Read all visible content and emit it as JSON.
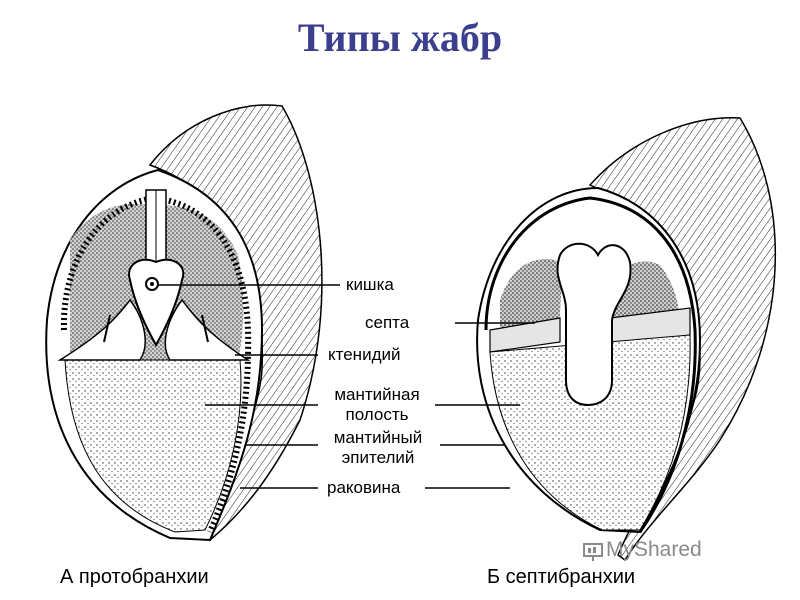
{
  "title": "Типы жабр",
  "labels": {
    "kishka": "кишка",
    "septa": "септа",
    "ktenidiy": "ктенидий",
    "mantle_cavity_1": "мантийная",
    "mantle_cavity_2": "полость",
    "mantle_epi_1": "мантийный",
    "mantle_epi_2": "эпителий",
    "shell": "раковина"
  },
  "captions": {
    "a": "А протобранхии",
    "b": "Б септибранхии"
  },
  "watermark": "MyShared"
}
